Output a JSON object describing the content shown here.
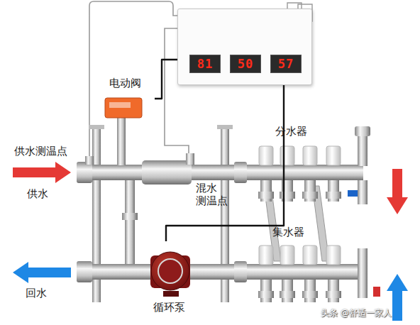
{
  "diagram": {
    "nodes": [
      {
        "text": [
          "81",
          "50",
          "57"
        ]
      },
      {
        "text": [
          "电动阀"
        ]
      },
      {
        "text": [
          "循环泵"
        ]
      }
    ],
    "edges": [
      {
        "from": 0,
        "to": 1,
        "arrow": "none"
      },
      {
        "from": 0,
        "to": 2,
        "arrow": "none"
      }
    ],
    "labels": [
      "供水测温点",
      "供水",
      "混水 测温点",
      "分水器",
      "集水器",
      "回水",
      "头条 @舒适一家人"
    ]
  }
}
